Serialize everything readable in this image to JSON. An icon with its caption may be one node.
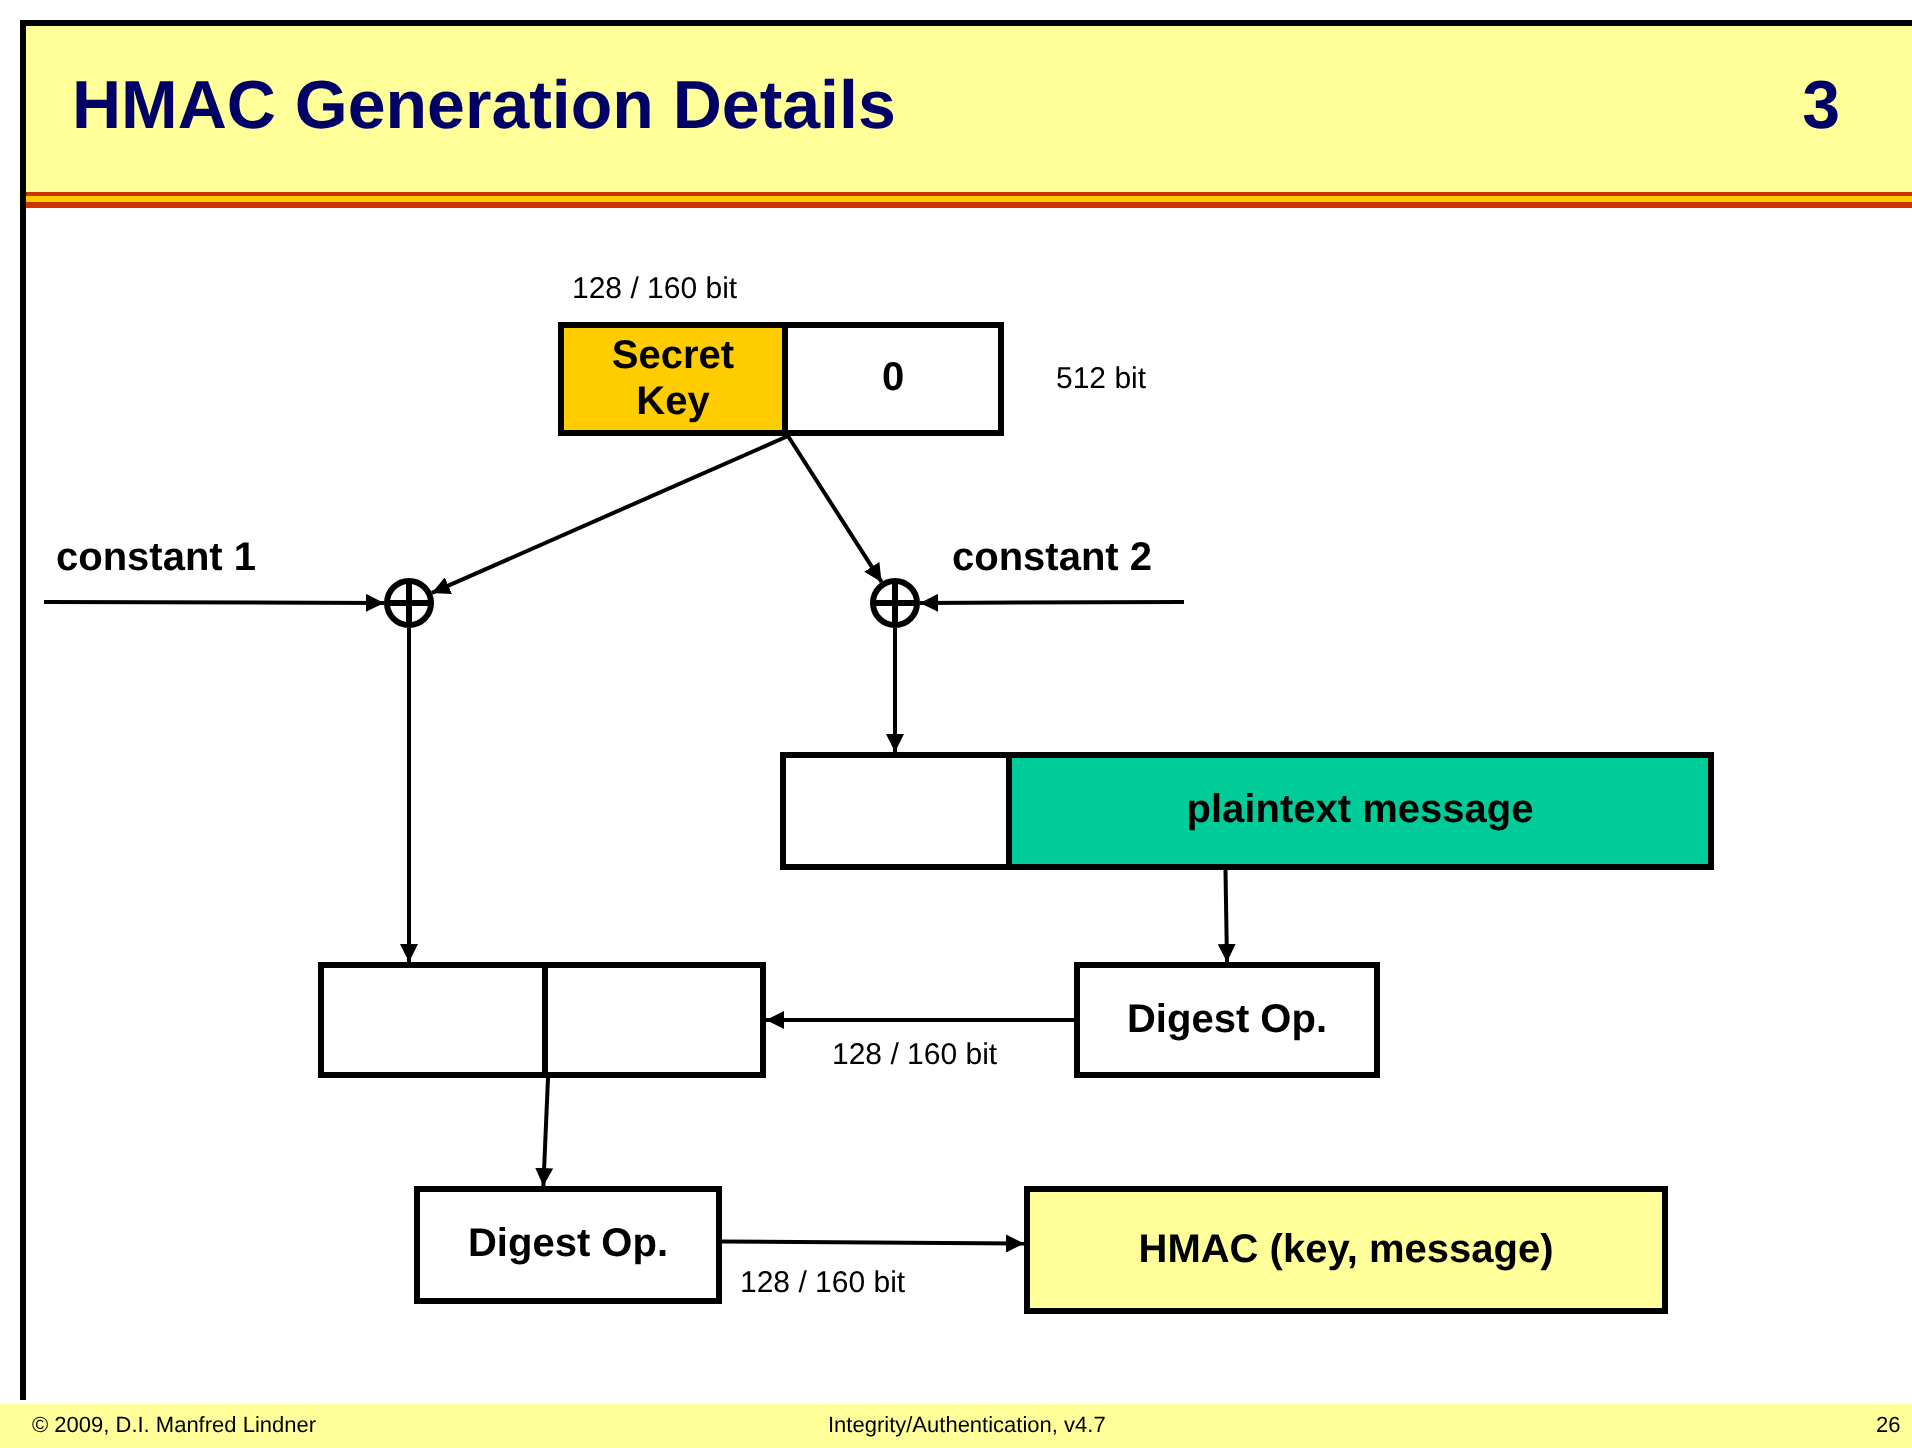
{
  "diagram": {
    "title": "HMAC Generation Details",
    "nodes": [
      {
        "text": [
          "Secret Key"
        ]
      },
      {
        "text": [
          "0"
        ]
      },
      {
        "text": [],
        "shape": "circle"
      },
      {
        "text": [],
        "shape": "circle"
      },
      {
        "text": [],
        "shape": "box"
      },
      {
        "text": [
          "plaintext message"
        ]
      },
      {
        "text": [],
        "shape": "box"
      },
      {
        "text": [],
        "shape": "box"
      },
      {
        "text": [
          "Digest Op."
        ]
      },
      {
        "text": [
          "Digest Op."
        ]
      },
      {
        "text": [
          "HMAC (key, message)"
        ]
      }
    ],
    "edges": [
      {
        "from": 0,
        "to": 2,
        "arrow": "to"
      },
      {
        "from": 0,
        "to": 3,
        "arrow": "to"
      },
      {
        "from": null,
        "to": 2,
        "arrow": "to",
        "label": "constant 1"
      },
      {
        "from": null,
        "to": 3,
        "arrow": "to",
        "label": "constant 2"
      },
      {
        "from": 2,
        "to": 6,
        "arrow": "to"
      },
      {
        "from": 3,
        "to": 4,
        "arrow": "to"
      },
      {
        "from": 5,
        "to": 8,
        "arrow": "to"
      },
      {
        "from": 8,
        "to": 7,
        "arrow": "to",
        "label": "128 / 160 bit"
      },
      {
        "from": 6,
        "to": 9,
        "arrow": "to"
      },
      {
        "from": 9,
        "to": 10,
        "arrow": "to",
        "label": "128 / 160 bit"
      }
    ],
    "labels": [
      "3",
      "128 / 160 bit",
      "512 bit",
      "© 2009, D.I. Manfred Lindner",
      "Integrity/Authentication, v4.7",
      "26"
    ]
  }
}
